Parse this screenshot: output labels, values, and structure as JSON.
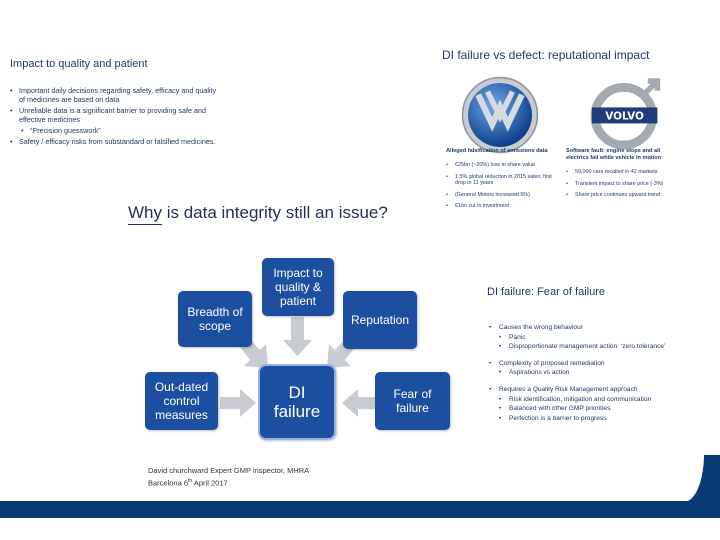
{
  "quality_panel": {
    "title": "Impact to quality and patient",
    "bullets": [
      {
        "text": "Important daily decisions regarding safety, efficacy and quality of medicines are based on data",
        "sub": false
      },
      {
        "text": "Unreliable data is a significant barrier to providing safe and effective medicines",
        "sub": false
      },
      {
        "text": "“Precision guesswork”",
        "sub": true
      },
      {
        "text": "Safety / efficacy risks from substandard or falsified medicines.",
        "sub": false
      }
    ]
  },
  "reputation_panel": {
    "title": "DI failure vs defect: reputational impact",
    "vw": {
      "heading": "Alleged falsification of emissions data",
      "bullets": [
        "€25bn (~20%) loss in share value",
        "1.5% global reduction in 2015 sales; first drop in 11 years",
        "(General Motors increased 5%)",
        "€1bn cut in investment"
      ]
    },
    "volvo": {
      "heading": "Software fault: engine stops and all electrics fail while vehicle in motion",
      "bullets": [
        "59,000 cars recalled in 42 markets",
        "Transient impact to share price (-3%)",
        "Share price continues upward trend"
      ]
    }
  },
  "main_title": "Why is data integrity still an issue?",
  "diagram": {
    "center": {
      "line1": "DI",
      "line2": "failure"
    },
    "top": {
      "line1": "Impact to",
      "line2": "quality &",
      "line3": "patient"
    },
    "top_left": {
      "line1": "Breadth of",
      "line2": "scope"
    },
    "top_right": {
      "line1": "Reputation"
    },
    "left": {
      "line1": "Out-dated",
      "line2": "control",
      "line3": "measures"
    },
    "right": {
      "line1": "Fear of",
      "line2": "failure"
    },
    "colors": {
      "box": "#1d4fa1",
      "arrow": "#c9cbd3",
      "center_border": "#8fb6e3"
    }
  },
  "fear_panel": {
    "title": "DI failure: Fear of failure",
    "bullets": [
      {
        "text": "Causes the wrong behaviour",
        "sub": false,
        "gap": false
      },
      {
        "text": "Panic",
        "sub": true,
        "gap": false
      },
      {
        "text": "Disproportionate management action: ‘zero tolerance’",
        "sub": true,
        "gap": false
      },
      {
        "text": "Complexity of proposed remediation",
        "sub": false,
        "gap": true
      },
      {
        "text": "Aspirations vs action",
        "sub": true,
        "gap": false
      },
      {
        "text": "Requires a Quality Risk Management approach",
        "sub": false,
        "gap": true
      },
      {
        "text": "Risk identification, mitigation and communication",
        "sub": true,
        "gap": false
      },
      {
        "text": "Balanced with other GMP priorities",
        "sub": true,
        "gap": false
      },
      {
        "text": "Perfection is a barrier to progress",
        "sub": true,
        "gap": false
      }
    ]
  },
  "footer": {
    "line1": "David churchward Expert GMP inspector, MHRA",
    "line2_prefix": "Barcelona 6",
    "line2_sup": "th",
    "line2_suffix": " April 2017",
    "bar_color": "#0a3a73"
  }
}
